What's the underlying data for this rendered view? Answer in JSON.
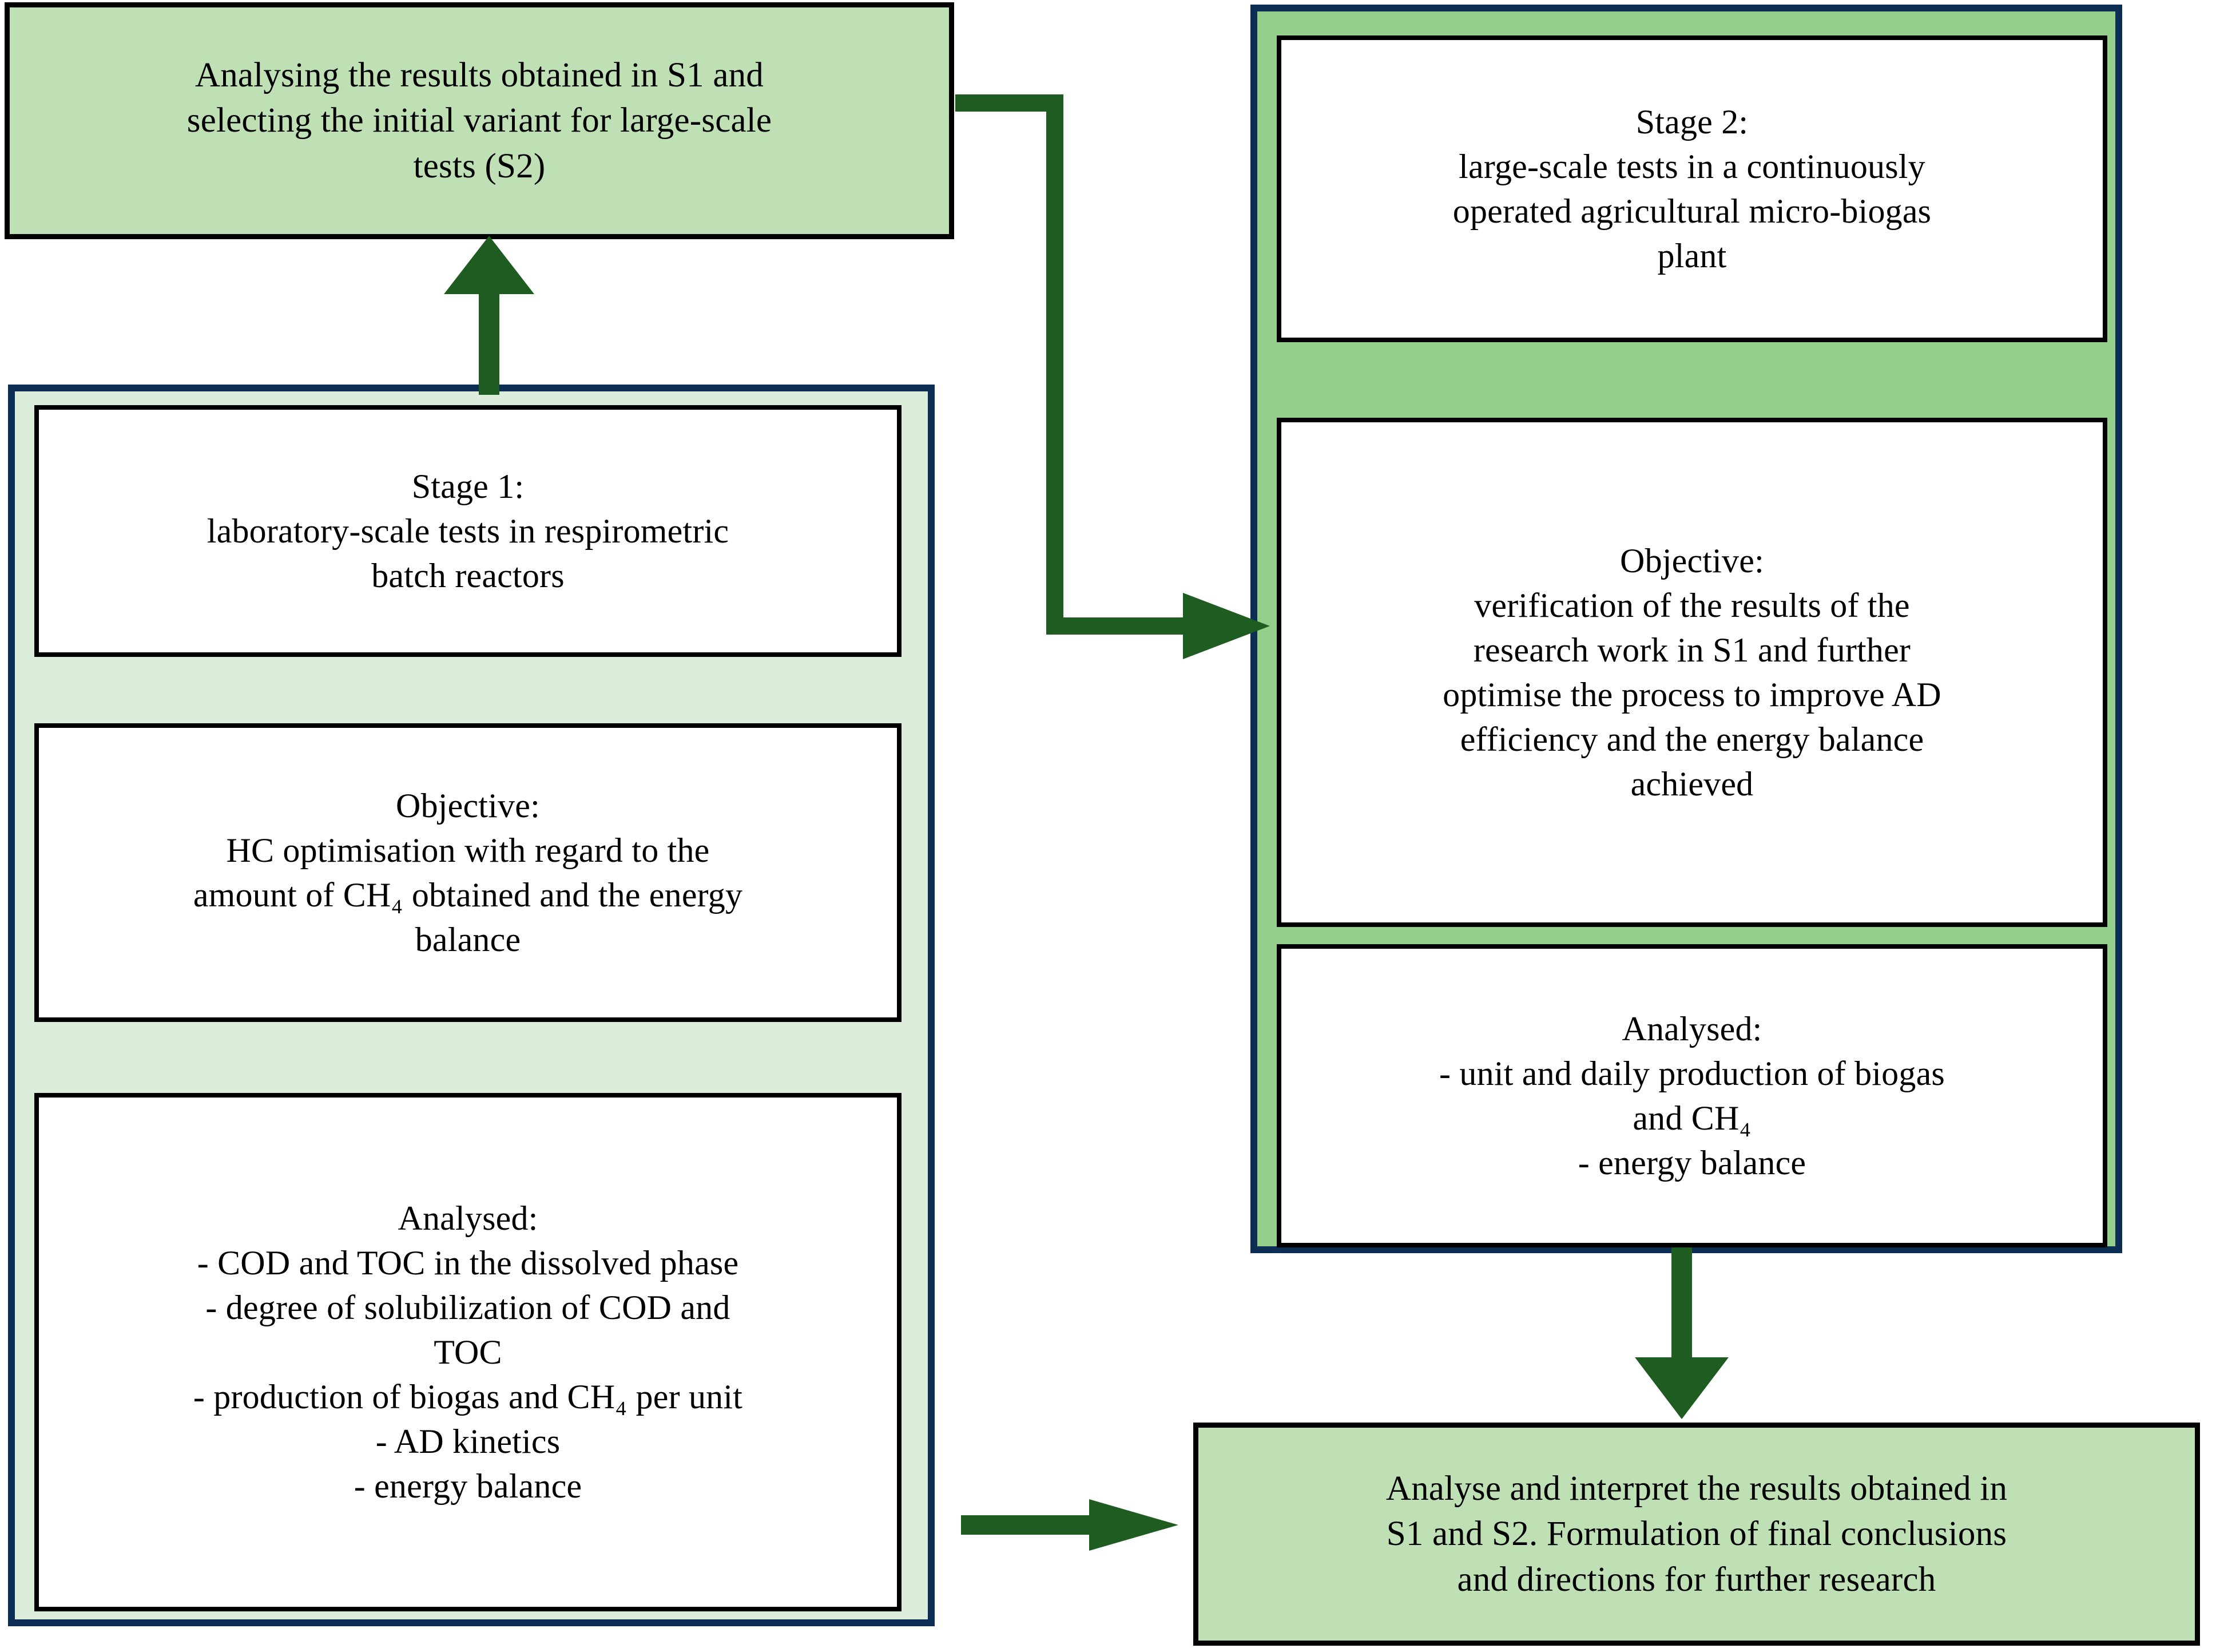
{
  "diagram": {
    "title": "Research methodology flowchart: two-stage anaerobic digestion study",
    "colors": {
      "accent_green_dark": "#1e5c22",
      "box_fill_light_green": "#bfdfb5",
      "container_fill_stage1": "#dceedb",
      "container_fill_stage2": "#93cf8b",
      "container_border_navy": "#0c2d54",
      "card_fill": "#ffffff",
      "card_border": "#000000",
      "text": "#000000"
    }
  },
  "nodes": {
    "top_left_box": {
      "text": "Analysing the results obtained in S1 and\nselecting the initial variant for large-scale\ntests (S2)"
    },
    "stage1": {
      "title_card": {
        "text": "Stage 1:\nlaboratory-scale tests in respirometric\nbatch reactors"
      },
      "objective_card": {
        "text": "Objective:\nHC optimisation with regard to the\namount of CH₄ obtained and the energy\nbalance"
      },
      "analysed_card": {
        "text": "Analysed:\n- COD and TOC in the dissolved phase\n- degree of solubilization of COD and\nTOC\n- production of biogas and CH₄ per unit\n- AD kinetics\n- energy balance"
      }
    },
    "stage2": {
      "title_card": {
        "text": "Stage 2:\nlarge-scale tests in a continuously\noperated agricultural micro-biogas\nplant"
      },
      "objective_card": {
        "text": "Objective:\nverification of the results of the\nresearch work in S1 and further\noptimise the process to improve AD\nefficiency and the energy balance\nachieved"
      },
      "analysed_card": {
        "text": "Analysed:\n- unit and daily production of biogas\nand CH₄\n- energy balance"
      }
    },
    "conclusion_box": {
      "text": "Analyse and interpret the results obtained in\nS1 and S2. Formulation of final conclusions\nand directions for further research"
    }
  },
  "connectors": {
    "stage1_to_top_left": {
      "direction": "up"
    },
    "top_left_to_stage2": {
      "direction": "right-elbow"
    },
    "stage2_to_conclusion": {
      "direction": "down"
    },
    "stage1_to_conclusion": {
      "direction": "right"
    }
  }
}
